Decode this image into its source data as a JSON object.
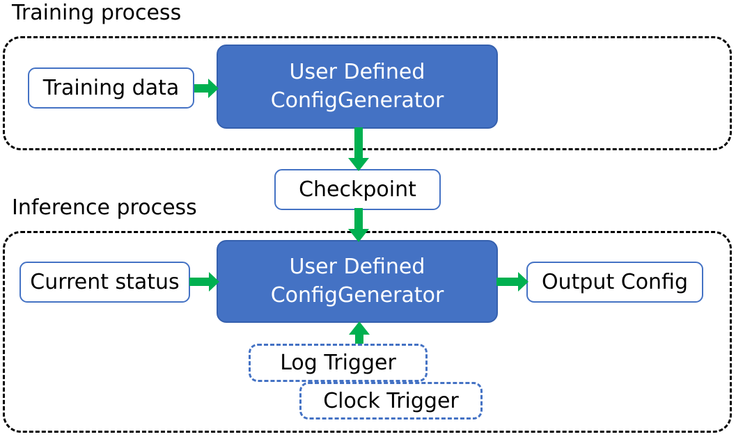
{
  "diagram": {
    "title_training": "Training process",
    "title_inference": "Inference process",
    "colors": {
      "filled_node_fill": "#4472C4",
      "filled_node_stroke": "#3560AE",
      "plain_node_stroke": "#4472C4",
      "trigger_node_stroke": "#4472C4",
      "arrow": "#00B050",
      "group_border": "#000000",
      "text_dark": "#000000",
      "text_light": "#FFFFFF"
    },
    "nodes": {
      "training_data": "Training data",
      "udcg_training_line1": "User Defined",
      "udcg_training_line2": "ConfigGenerator",
      "checkpoint": "Checkpoint",
      "current_status": "Current status",
      "udcg_inference_line1": "User Defined",
      "udcg_inference_line2": "ConfigGenerator",
      "output_config": "Output Config",
      "log_trigger": "Log Trigger",
      "clock_trigger": "Clock Trigger"
    },
    "edges": [
      {
        "id": "training-data-to-udcg",
        "from": "Training data",
        "to": "User Defined ConfigGenerator",
        "direction": "right"
      },
      {
        "id": "udcg-to-checkpoint",
        "from": "User Defined ConfigGenerator",
        "to": "Checkpoint",
        "direction": "down"
      },
      {
        "id": "checkpoint-to-udcg",
        "from": "Checkpoint",
        "to": "User Defined ConfigGenerator",
        "direction": "down"
      },
      {
        "id": "status-to-udcg",
        "from": "Current status",
        "to": "User Defined ConfigGenerator",
        "direction": "right"
      },
      {
        "id": "udcg-to-output",
        "from": "User Defined ConfigGenerator",
        "to": "Output Config",
        "direction": "right"
      },
      {
        "id": "trigger-to-udcg",
        "from": "Log Trigger / Clock Trigger",
        "to": "User Defined ConfigGenerator",
        "direction": "up"
      }
    ]
  }
}
